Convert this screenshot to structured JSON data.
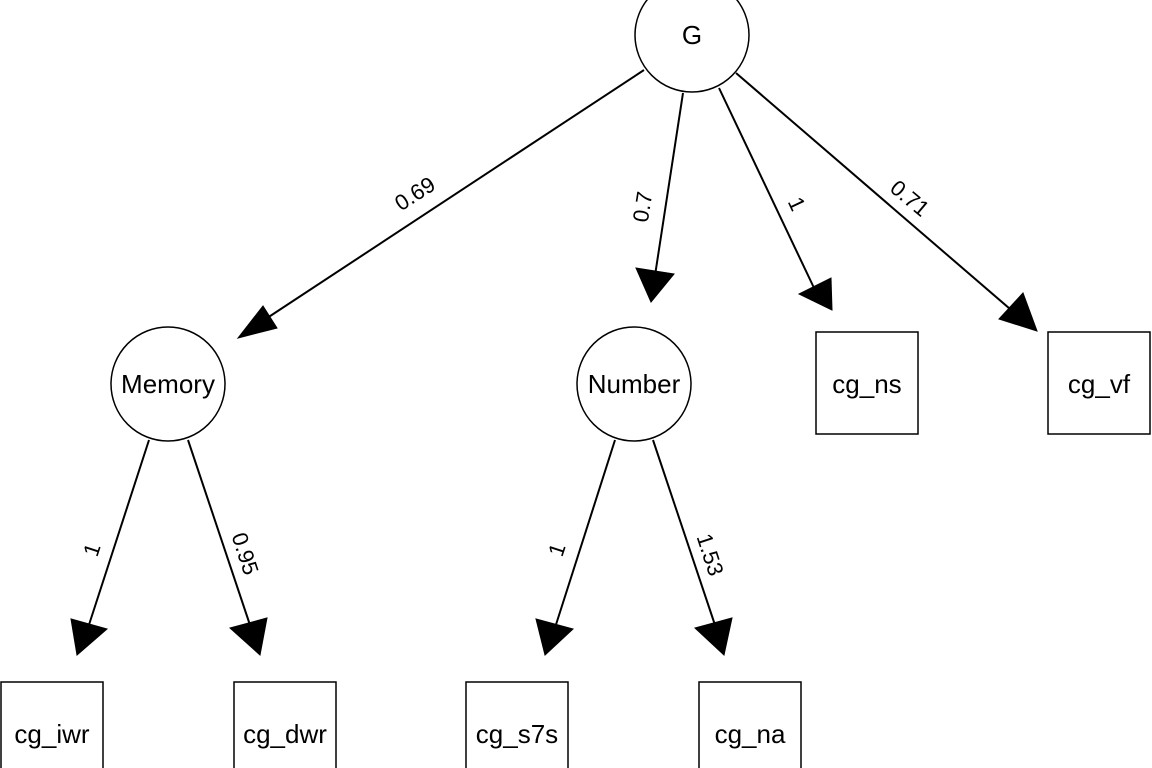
{
  "diagram": {
    "type": "path-diagram",
    "nodes": [
      {
        "id": "G",
        "label": "G",
        "kind": "latent"
      },
      {
        "id": "Memory",
        "label": "Memory",
        "kind": "latent"
      },
      {
        "id": "Number",
        "label": "Number",
        "kind": "latent"
      },
      {
        "id": "cg_ns",
        "label": "cg_ns",
        "kind": "observed"
      },
      {
        "id": "cg_vf",
        "label": "cg_vf",
        "kind": "observed"
      },
      {
        "id": "cg_iwr",
        "label": "cg_iwr",
        "kind": "observed"
      },
      {
        "id": "cg_dwr",
        "label": "cg_dwr",
        "kind": "observed"
      },
      {
        "id": "cg_s7s",
        "label": "cg_s7s",
        "kind": "observed"
      },
      {
        "id": "cg_na",
        "label": "cg_na",
        "kind": "observed"
      }
    ],
    "edges": [
      {
        "from": "G",
        "to": "Memory",
        "label": "0.69"
      },
      {
        "from": "G",
        "to": "Number",
        "label": "0.7"
      },
      {
        "from": "G",
        "to": "cg_ns",
        "label": "1"
      },
      {
        "from": "G",
        "to": "cg_vf",
        "label": "0.71"
      },
      {
        "from": "Memory",
        "to": "cg_iwr",
        "label": "1"
      },
      {
        "from": "Memory",
        "to": "cg_dwr",
        "label": "0.95"
      },
      {
        "from": "Number",
        "to": "cg_s7s",
        "label": "1"
      },
      {
        "from": "Number",
        "to": "cg_na",
        "label": "1.53"
      }
    ]
  }
}
